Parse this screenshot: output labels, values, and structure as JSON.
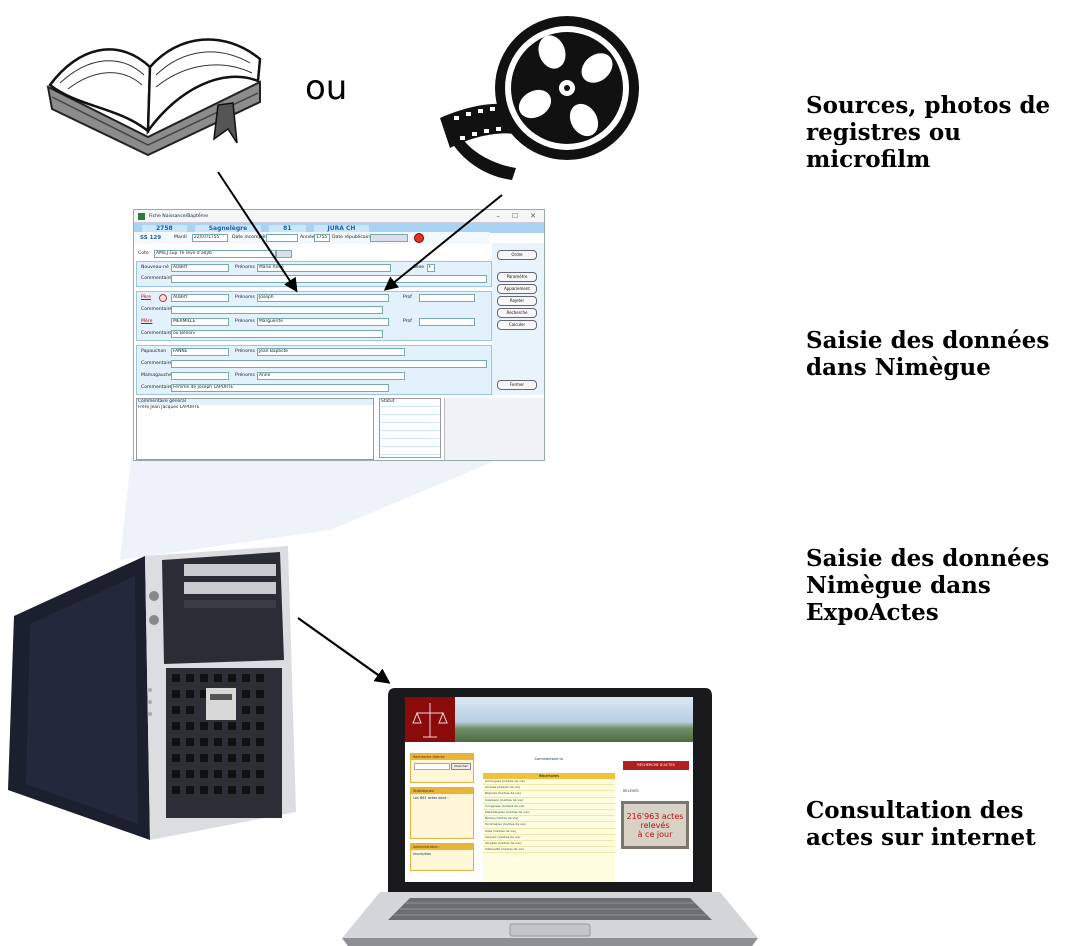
{
  "connector_word": "ou",
  "labels": {
    "step1": "Sources, photos de registres ou microfilm",
    "step2": "Saisie des données dans Nimègue",
    "step3": "Saisie des données Nimègue dans ExpoActes",
    "step4": "Consultation des actes sur internet"
  },
  "form": {
    "window_title": "Fiche Naissance/Baptême",
    "win_min": "–",
    "win_max": "☐",
    "win_close": "✕",
    "record_id": "SS 129",
    "commune_code": "2758",
    "commune": "Sagnelègre",
    "dept": "81",
    "region": "JURA CH",
    "date_label": "Mardi",
    "date_value": "22/07/1755",
    "date_incomplete": "Date incomplète",
    "year_label": "Année",
    "year_value": "1755",
    "republican_label": "Date républicaine",
    "cote_label": "Cote",
    "cote_value": "AM/LJ sup. fe reve d adj/b",
    "child_label": "Nouveau-né",
    "child_name": "AUBRY",
    "prenom_label": "Prénoms",
    "child_prenom": "Marie Anne",
    "sexe_label": "Sexe",
    "sexe_value": "F",
    "comment_label": "Commentaires",
    "father_label": "Père",
    "father_name": "AUBRY",
    "father_prenom": "Joseph",
    "prof_label": "Prof",
    "mother_label": "Mère",
    "mother_name": "MERMILLE",
    "mother_prenom": "Marguerite",
    "mother_comment": "ou Bénoni",
    "godfather_label": "Papauchon",
    "godfather_name": "FANNE",
    "godfather_prenom": "Jean Baptiste",
    "godmother_label": "Mamagauche",
    "godmother_prenom": "Anne",
    "godmother_comment": "Femme de Joseph LAPORTE",
    "general_comment_label": "Commentaire général",
    "general_comment": "Frère Jean Jacques LAPORTE",
    "status_label": "Statut",
    "buttons": [
      "Ordre",
      "Paramètre",
      "Appariement",
      "Rejeter",
      "Recherche",
      "Calculer"
    ],
    "close_button": "Fermer"
  },
  "site": {
    "search_header": "Recherche directe",
    "search_button": "Chercher",
    "side_links": [
      "Statistiques",
      "Les 661 actes dont :",
      "Administration",
      "Inscription"
    ],
    "table_title": "Commentaire ici",
    "table_header": "Répertoires",
    "rows": [
      "Aimargues (Cadres de vie)",
      "Anduze (Cadres de vie)",
      "Bagnols (Cadres de vie)",
      "Calvisson (Cadres de vie)",
      "Congénies (Cadres de vie)",
      "Marsillargues (Cadres de vie)",
      "Nîmes (Cadres de vie)",
      "Sommières (Cadres de vie)",
      "Uzès (Cadres de vie)",
      "Vauvert (Cadres de vie)",
      "Vergèze (Cadres de vie)",
      "Villevieille (Cadres de vie)"
    ],
    "recherche_button": "RECHERCHE D'ACTES",
    "releves_label": "RELEVÉS",
    "stamp_count": "216'963 actes",
    "stamp_l2": "relevés",
    "stamp_l3": "à ce jour"
  }
}
